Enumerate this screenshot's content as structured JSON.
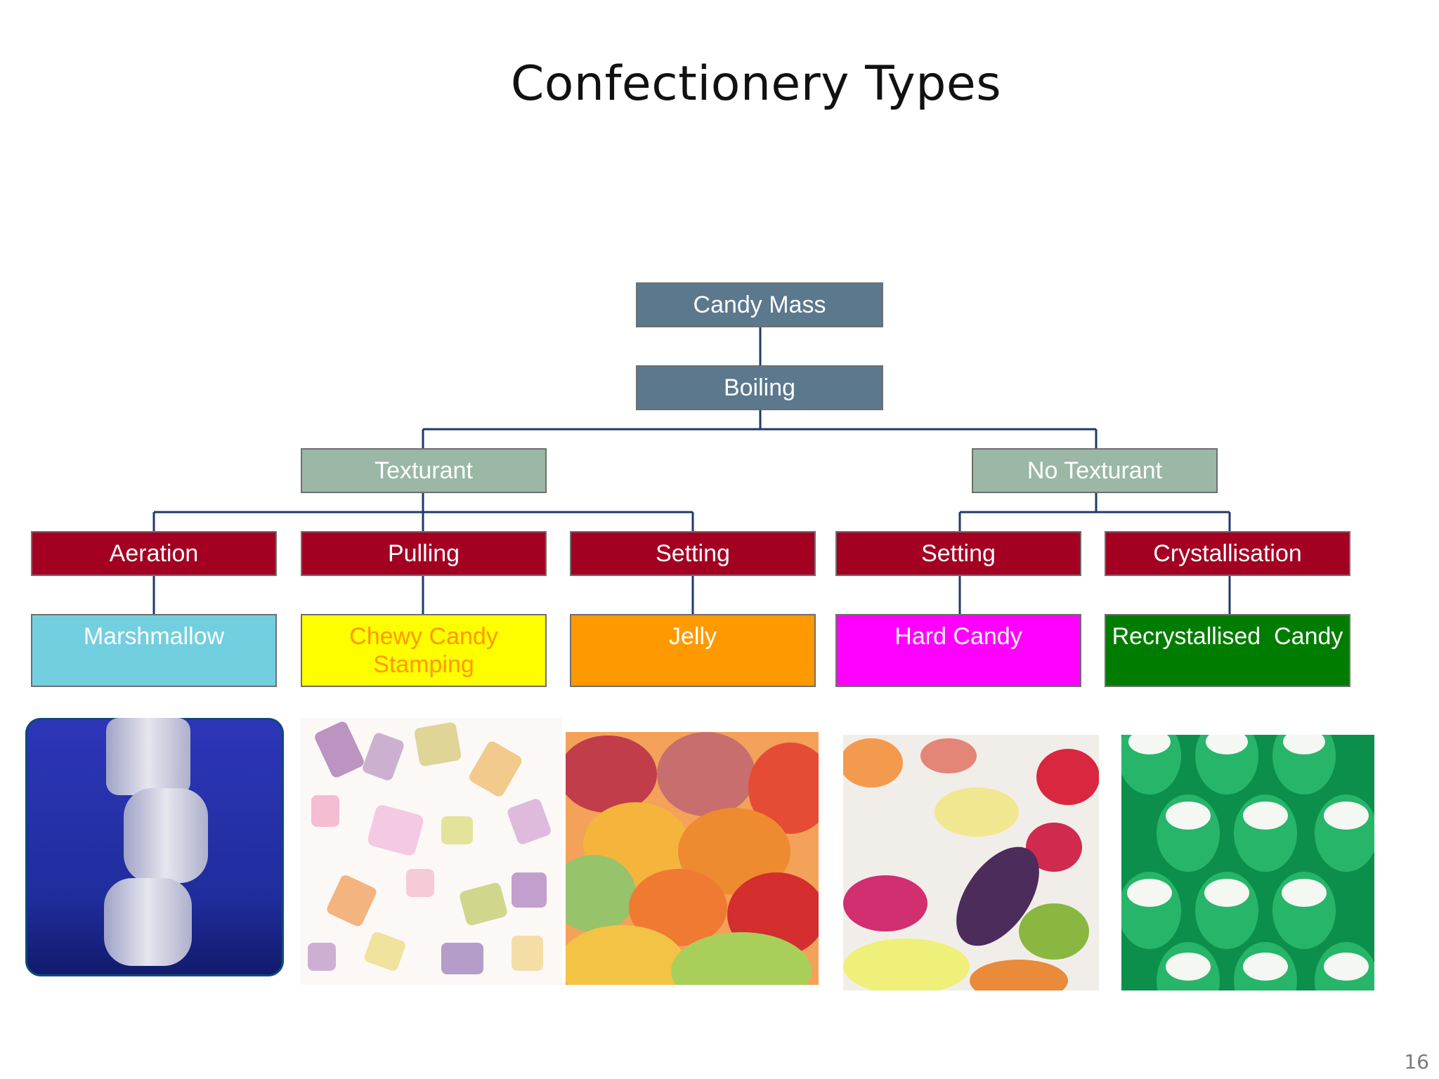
{
  "slide": {
    "title": "Confectionery Types",
    "page_number": "16"
  },
  "tree": {
    "root": "Candy Mass",
    "process": "Boiling",
    "branches": [
      "Texturant",
      "No Texturant"
    ],
    "methods": [
      "Aeration",
      "Pulling",
      "Setting",
      "Setting",
      "Crystallisation"
    ],
    "products": [
      "Marshmallow",
      "Chewy Candy\nStamping",
      "Jelly",
      "Hard Candy",
      "Recrystallised  Candy"
    ]
  },
  "colors": {
    "root": "#5b788d",
    "branch": "#9bb7a5",
    "method": "#a30022",
    "connector": "#1f3a6b",
    "products": [
      "#72cfe0",
      "#ffff00",
      "#ff9900",
      "#ff00ff",
      "#007d00"
    ],
    "product_text": [
      "#ffffff",
      "#ff9900",
      "#ffffff",
      "#ffffff",
      "#ffffff"
    ]
  },
  "photos": [
    {
      "subject": "marshmallow"
    },
    {
      "subject": "chewy-candy"
    },
    {
      "subject": "jelly"
    },
    {
      "subject": "hard-candy"
    },
    {
      "subject": "recrystallised-candy"
    }
  ]
}
